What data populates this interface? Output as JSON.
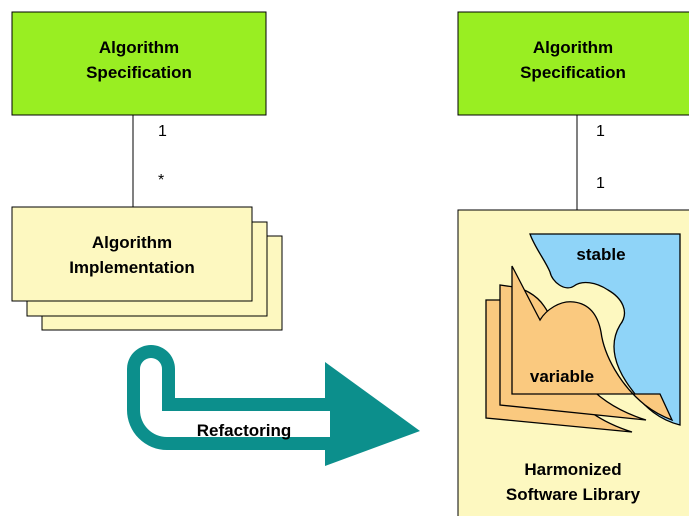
{
  "left": {
    "spec_line1": "Algorithm",
    "spec_line2": "Specification",
    "mult_top": "1",
    "mult_bottom": "*",
    "impl_line1": "Algorithm",
    "impl_line2": "Implementation"
  },
  "arrow": {
    "label": "Refactoring"
  },
  "right": {
    "spec_line1": "Algorithm",
    "spec_line2": "Specification",
    "mult_top": "1",
    "mult_bottom": "1",
    "stable_label": "stable",
    "variable_label": "variable",
    "library_line1": "Harmonized",
    "library_line2": "Software Library"
  },
  "colors": {
    "spec_fill": "#99ee22",
    "impl_fill": "#fdf8c0",
    "library_fill": "#fdf8c0",
    "stable_fill": "#8fd4f8",
    "variable_fill": "#fac97f",
    "arrow_fill": "#0c8f8c"
  }
}
